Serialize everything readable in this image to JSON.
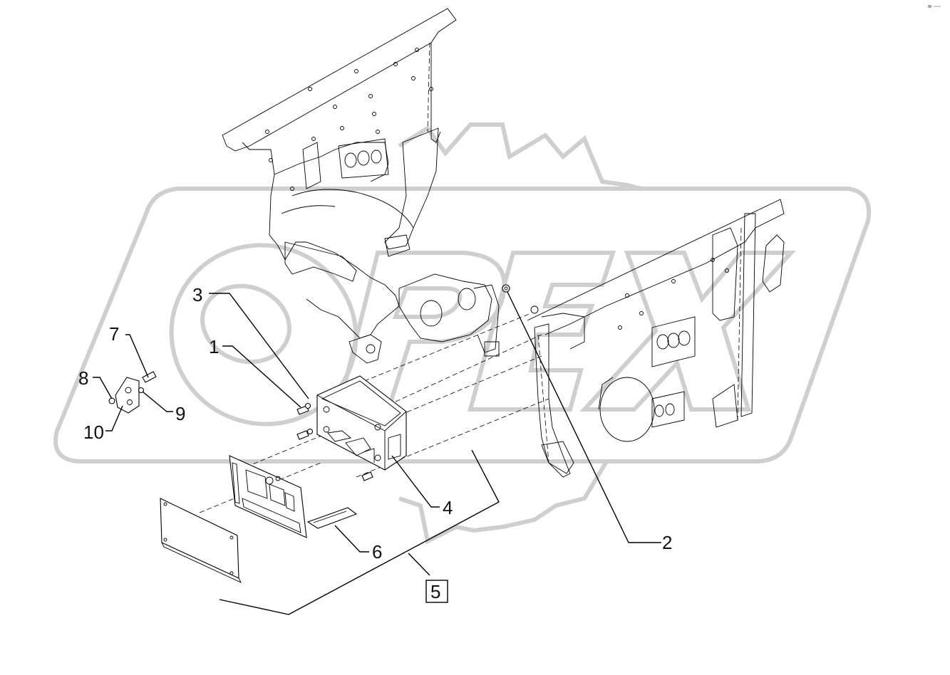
{
  "callouts": {
    "c1": "1",
    "c2": "2",
    "c3": "3",
    "c4": "4",
    "c5": "5",
    "c6": "6",
    "c7": "7",
    "c8": "8",
    "c9": "9",
    "c10": "10"
  },
  "colors": {
    "line": "#000000",
    "watermark": "#cfcfcf",
    "background": "#ffffff"
  },
  "watermark": {
    "text": "OPEX"
  }
}
